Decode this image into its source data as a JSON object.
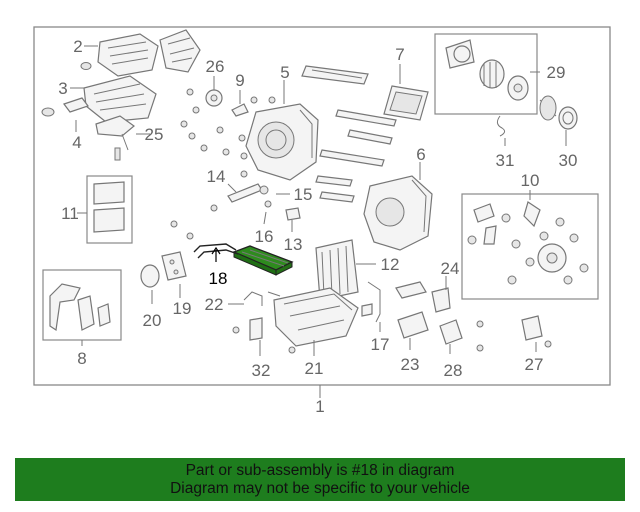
{
  "diagram": {
    "highlight_color": "#2e8b1e",
    "callouts": [
      {
        "id": "c1",
        "text": "1"
      },
      {
        "id": "c2",
        "text": "2"
      },
      {
        "id": "c3",
        "text": "3"
      },
      {
        "id": "c4",
        "text": "4"
      },
      {
        "id": "c5",
        "text": "5"
      },
      {
        "id": "c6",
        "text": "6"
      },
      {
        "id": "c7",
        "text": "7"
      },
      {
        "id": "c8",
        "text": "8"
      },
      {
        "id": "c9",
        "text": "9"
      },
      {
        "id": "c10",
        "text": "10"
      },
      {
        "id": "c11",
        "text": "11"
      },
      {
        "id": "c12",
        "text": "12"
      },
      {
        "id": "c13",
        "text": "13"
      },
      {
        "id": "c14",
        "text": "14"
      },
      {
        "id": "c15",
        "text": "15"
      },
      {
        "id": "c16",
        "text": "16"
      },
      {
        "id": "c17",
        "text": "17"
      },
      {
        "id": "c18",
        "text": "18"
      },
      {
        "id": "c19",
        "text": "19"
      },
      {
        "id": "c20",
        "text": "20"
      },
      {
        "id": "c21",
        "text": "21"
      },
      {
        "id": "c22",
        "text": "22"
      },
      {
        "id": "c23",
        "text": "23"
      },
      {
        "id": "c24",
        "text": "24"
      },
      {
        "id": "c25",
        "text": "25"
      },
      {
        "id": "c26",
        "text": "26"
      },
      {
        "id": "c27",
        "text": "27"
      },
      {
        "id": "c28",
        "text": "28"
      },
      {
        "id": "c29",
        "text": "29"
      },
      {
        "id": "c30",
        "text": "30"
      },
      {
        "id": "c31",
        "text": "31"
      },
      {
        "id": "c32",
        "text": "32"
      }
    ]
  },
  "banner": {
    "background": "#1e7d1e",
    "line1": "Part or sub-assembly is #18 in diagram",
    "line2": "Diagram may not be specific to your vehicle"
  }
}
